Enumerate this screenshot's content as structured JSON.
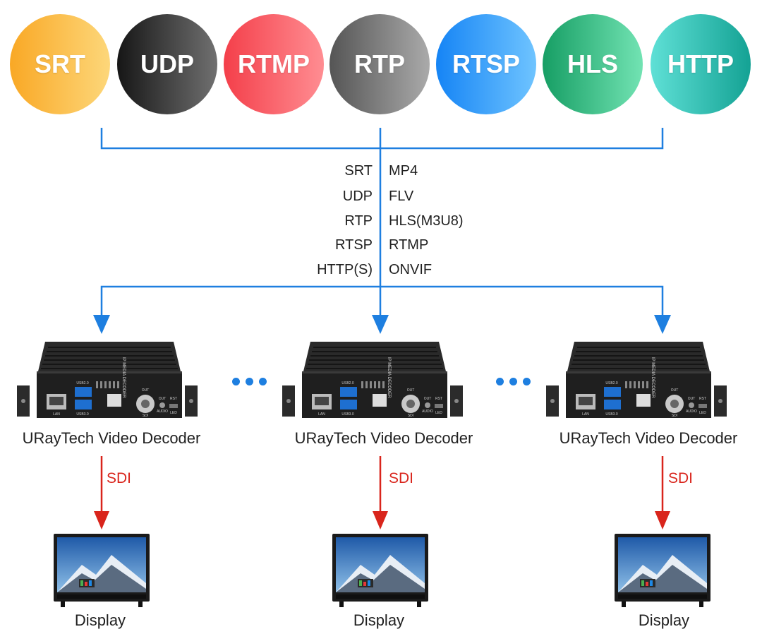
{
  "protocols": [
    {
      "label": "SRT",
      "c1": "#f9a825",
      "c2": "#fdd77a"
    },
    {
      "label": "UDP",
      "c1": "#1a1a1a",
      "c2": "#6b6b6b"
    },
    {
      "label": "RTMP",
      "c1": "#f43f4a",
      "c2": "#ff8a8f"
    },
    {
      "label": "RTP",
      "c1": "#5a5a5a",
      "c2": "#a8a8a8"
    },
    {
      "label": "RTSP",
      "c1": "#1584f5",
      "c2": "#6fc2ff"
    },
    {
      "label": "HLS",
      "c1": "#1aa36a",
      "c2": "#6fe0b0"
    },
    {
      "label": "HTTP",
      "c1": "#1aa89a",
      "c2": "#5fe0d6"
    }
  ],
  "input_protocols": [
    "SRT",
    "UDP",
    "RTP",
    "RTSP",
    "HTTP(S)"
  ],
  "output_formats": [
    "MP4",
    "FLV",
    "HLS(M3U8)",
    "RTMP",
    "ONVIF"
  ],
  "devices": [
    {
      "label": "URayTech Video Decoder",
      "link_label": "SDI",
      "display_label": "Display"
    },
    {
      "label": "URayTech Video Decoder",
      "link_label": "SDI",
      "display_label": "Display"
    },
    {
      "label": "URayTech Video Decoder",
      "link_label": "SDI",
      "display_label": "Display"
    }
  ],
  "device_panel": {
    "brand": "IP MEDIA DECODER",
    "usb2": "USB2.0",
    "usb3": "USB3.0",
    "lan": "LAN",
    "out": "OUT",
    "sdi": "SDI",
    "audio_out": "OUT",
    "audio": "AUDIO",
    "rst": "RST",
    "led": "LED"
  },
  "colors": {
    "line_blue": "#1e7fe0",
    "line_red": "#d9251c"
  }
}
